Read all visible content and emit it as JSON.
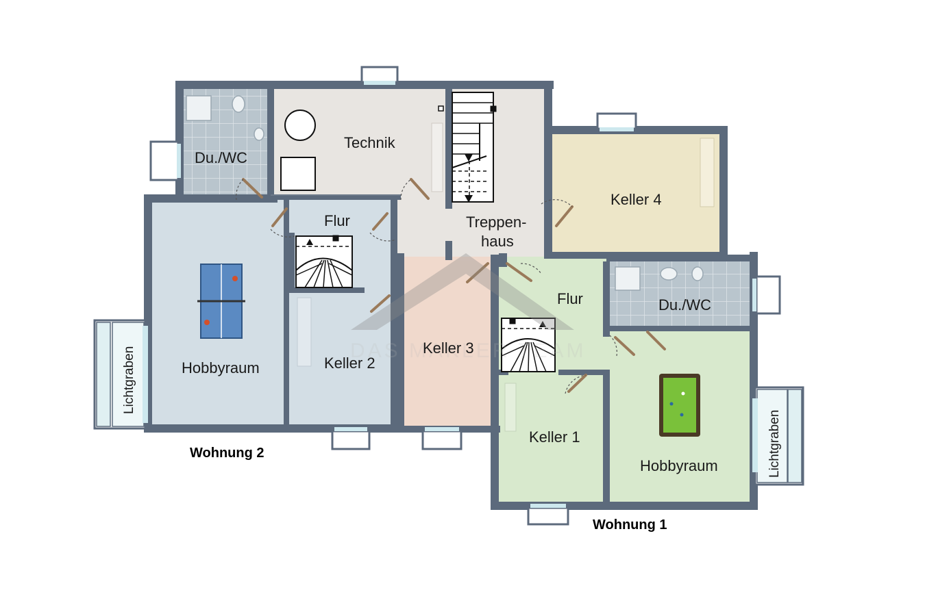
{
  "floorplan": {
    "rooms": {
      "du_wc_left": "Du./WC",
      "technik": "Technik",
      "treppenhaus_line1": "Treppen-",
      "treppenhaus_line2": "haus",
      "keller4": "Keller 4",
      "flur_left": "Flur",
      "hobbyraum_left": "Hobbyraum",
      "keller2": "Keller 2",
      "keller3": "Keller 3",
      "flur_right": "Flur",
      "du_wc_right": "Du./WC",
      "keller1": "Keller 1",
      "hobbyraum_right": "Hobbyraum"
    },
    "lichtgraben_left": "Lichtgraben",
    "lichtgraben_right": "Lichtgraben",
    "wohnung2": "Wohnung 2",
    "wohnung1": "Wohnung 1",
    "watermark": "DAS MAKLER TEAM",
    "colors": {
      "wall": "#5c6a7c",
      "grey_area": "#e8e5e1",
      "keller4": "#ede6c8",
      "wohnung2": "#d3dee5",
      "keller3": "#f0d9cc",
      "wohnung1": "#d8e9cd",
      "tiles": "#b8c4cc",
      "door": "#9a7a5a"
    }
  }
}
